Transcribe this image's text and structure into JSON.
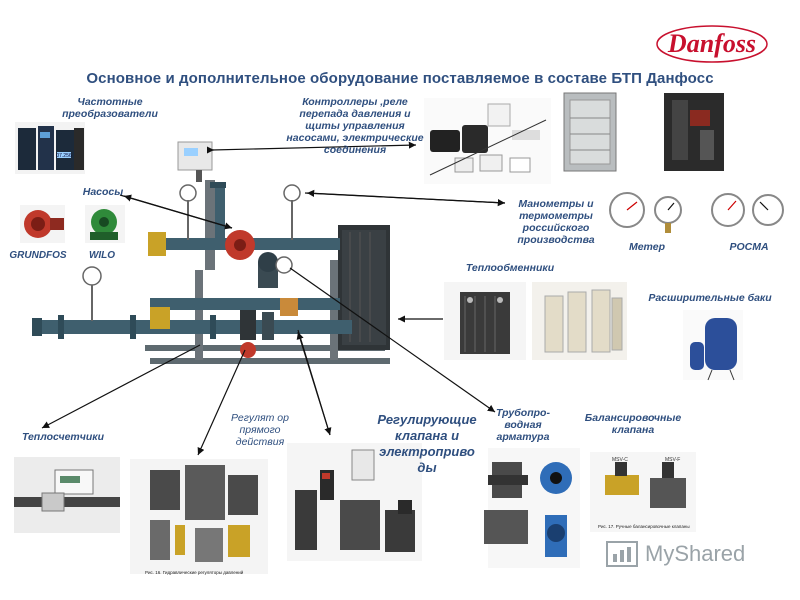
{
  "brand": {
    "logo_text": "Danfoss",
    "color": "#c8102e"
  },
  "title": "Основное и дополнительное оборудование поставляемое в составе  БТП Данфосс",
  "labels": {
    "freq_converters": "Частотные преобразователи",
    "controllers": "Контроллеры ,реле перепада давления  и щиты управления насосами, электрические соединения",
    "pumps": "Насосы",
    "grundfos": "GRUNDFOS",
    "wilo": "WILO",
    "gauges": "Манометры и термометры российского производства",
    "meter": "Метер",
    "rosma": "РОСМА",
    "heat_exchangers": "Теплообменники",
    "expansion_tanks": "Расширительные баки",
    "heat_meters": "Теплосчетчики",
    "regulators": "Регулят ор прямого действия",
    "control_valves": "Регулирующие клапана и электроприво ды",
    "pipeline_fittings": "Трубопро-водная арматура",
    "balancing_valves": "Балансировочные клапана"
  },
  "captions": {
    "regulators_fig": "Рис. 16. Гидравлические регуляторы давлений",
    "balancing_fig": "Рис. 17. Ручные балансировочные клапаны",
    "msv_c": "MSV-C",
    "msv_f": "MSV-F",
    "gauge_display": "07.256"
  },
  "watermark": {
    "text": "MyShared",
    "color": "#9aa3a8"
  },
  "colors": {
    "label": "#2f4f7f",
    "pipe": "#3f5f6e",
    "frame": "#6b6b6b",
    "red_valve": "#c0392b",
    "brass": "#c9a227"
  }
}
